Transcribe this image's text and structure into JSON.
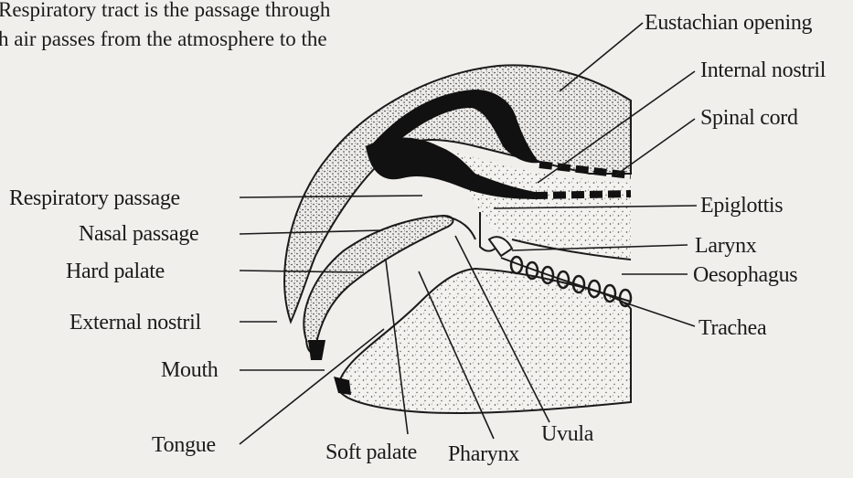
{
  "intro_text": [
    "Respiratory tract is the passage through",
    "h air passes from the atmosphere to the"
  ],
  "labels": {
    "eustachian_opening": "Eustachian opening",
    "internal_nostril": "Internal nostril",
    "spinal_cord": "Spinal cord",
    "respiratory_passage": "Respiratory passage",
    "epiglottis": "Epiglottis",
    "nasal_passage": "Nasal passage",
    "larynx": "Larynx",
    "hard_palate": "Hard palate",
    "oesophagus": "Oesophagus",
    "external_nostril": "External nostril",
    "trachea": "Trachea",
    "mouth": "Mouth",
    "tongue": "Tongue",
    "soft_palate": "Soft palate",
    "pharynx": "Pharynx",
    "uvula": "Uvula"
  },
  "colors": {
    "background": "#f1efec",
    "ink": "#1b1b1b"
  }
}
